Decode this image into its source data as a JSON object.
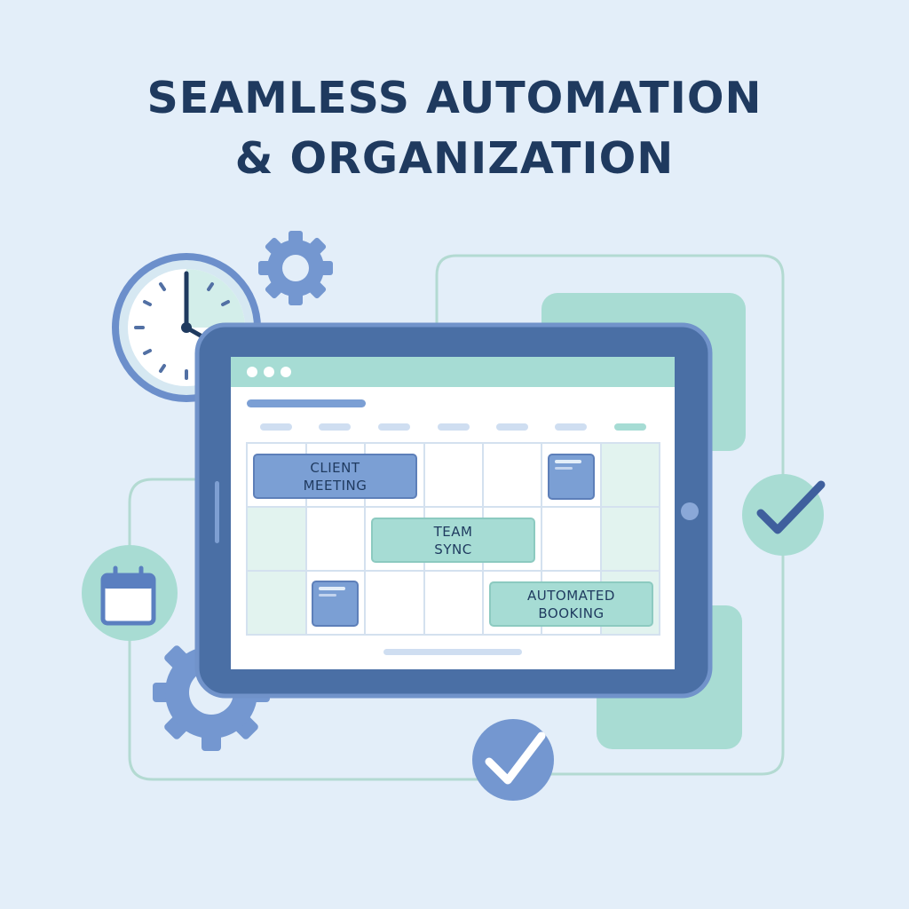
{
  "headline": {
    "line1": "SEAMLESS AUTOMATION",
    "line2": "& ORGANIZATION"
  },
  "calendar": {
    "events": [
      {
        "line1": "CLIENT",
        "line2": "MEETING",
        "color": "#7b9fd4"
      },
      {
        "line1": "TEAM",
        "line2": "SYNC",
        "color": "#a6dcd4"
      },
      {
        "line1": "AUTOMATED",
        "line2": "BOOKING",
        "color": "#a6dcd4"
      }
    ]
  },
  "icons": [
    "clock-icon",
    "gear-icon",
    "calendar-icon",
    "checkmark-icon"
  ],
  "colors": {
    "background": "#e3eef9",
    "headline": "#1f3a5f",
    "tablet_frame": "#4a6fa5",
    "accent_blue": "#7b9fd4",
    "accent_green": "#a6dcd4"
  }
}
